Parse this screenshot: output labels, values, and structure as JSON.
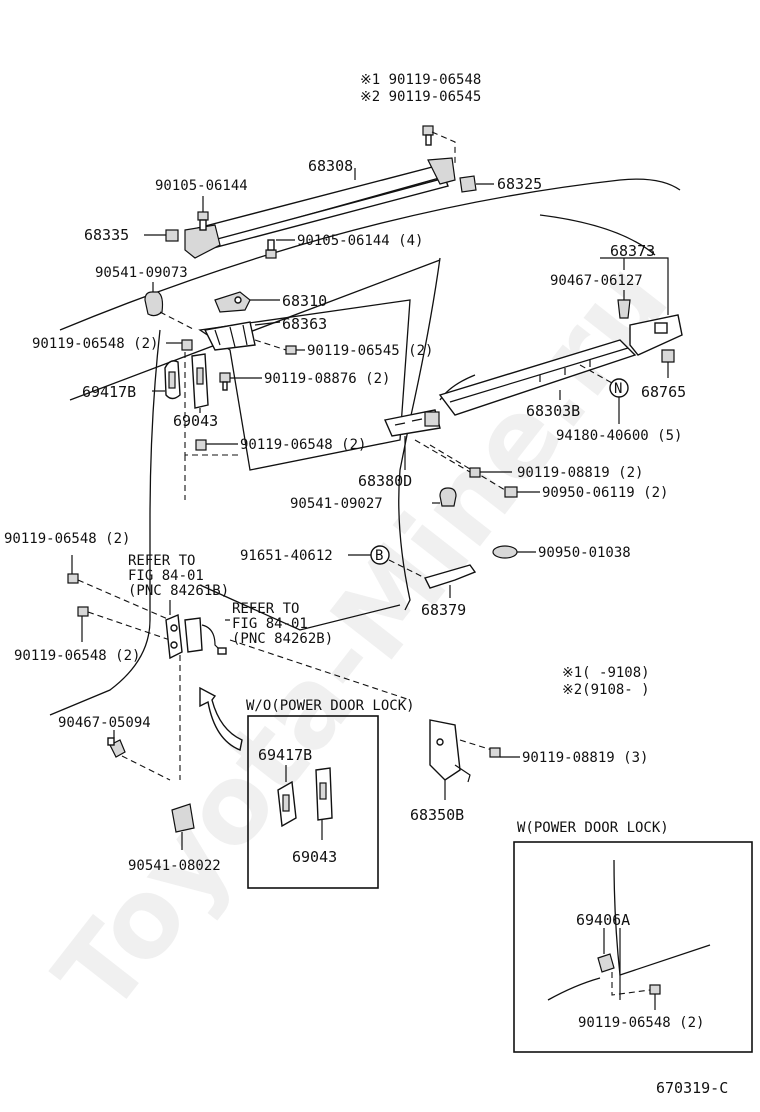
{
  "watermark": "Toyota-Mine.ru",
  "diagram_code": "670319-C",
  "labels": {
    "note1_bolt": "※1 90119-06548",
    "note2_bolt": "※2 90119-06545",
    "p68308": "68308",
    "p68325": "68325",
    "p90105_06144": "90105-06144",
    "p68335": "68335",
    "p90105_06144_4": "90105-06144 (4)",
    "p68373": "68373",
    "p90541_09073": "90541-09073",
    "p90467_06127": "90467-06127",
    "p68310": "68310",
    "p68363": "68363",
    "p90119_06548_2_a": "90119-06548 (2)",
    "p90119_06545_2": "90119-06545 (2)",
    "p68765": "68765",
    "p69417B": "69417B",
    "p90119_08876_2": "90119-08876 (2)",
    "p68303B": "68303B",
    "p69043": "69043",
    "p94180_40600_5": "94180-40600 (5)",
    "p90119_06548_2_b": "90119-06548 (2)",
    "p68380D": "68380D",
    "p90119_08819_2": "90119-08819 (2)",
    "p90541_09027": "90541-09027",
    "p90950_06119_2": "90950-06119 (2)",
    "p90119_06548_2_c": "90119-06548 (2)",
    "refer1_line1": "REFER TO",
    "refer1_line2": "FIG 84-01",
    "refer1_line3": "(PNC 84261B)",
    "p91651_40612": "91651-40612",
    "p90950_01038": "90950-01038",
    "refer2_line1": "REFER TO",
    "refer2_line2": "FIG 84-01",
    "refer2_line3": "(PNC 84262B)",
    "p68379": "68379",
    "p90119_06548_2_d": "90119-06548 (2)",
    "note1_range": "※1(     -9108)",
    "note2_range": "※2(9108-     )",
    "wo_title": "W/O(POWER DOOR LOCK)",
    "p90467_05094": "90467-05094",
    "wo_69417B": "69417B",
    "wo_69043": "69043",
    "p90119_08819_3": "90119-08819 (3)",
    "p68350B": "68350B",
    "p90541_08022": "90541-08022",
    "w_title": "W(POWER DOOR LOCK)",
    "w_69406A": "69406A",
    "w_90119_06548_2": "90119-06548 (2)",
    "callout_B": "B",
    "callout_N": "N"
  }
}
